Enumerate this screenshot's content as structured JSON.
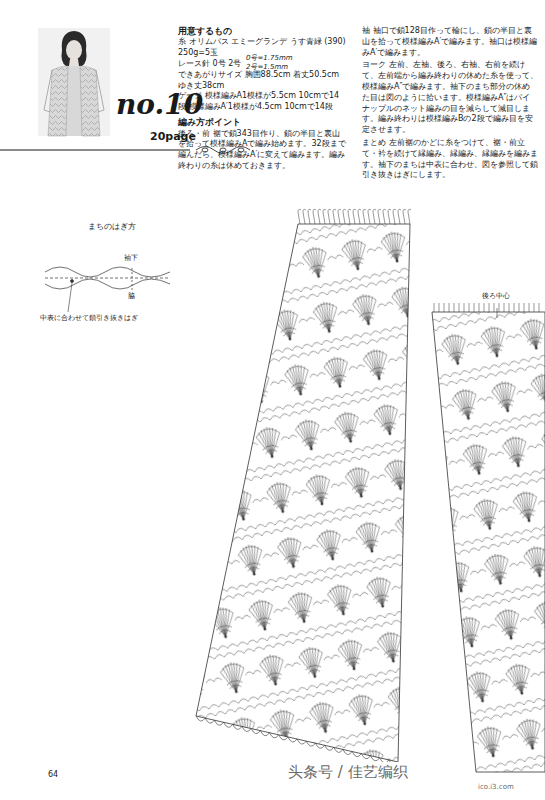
{
  "diagram": {
    "title": "no.10",
    "labels": [
      "20page",
      "用意するもの",
      "糸 オリムパス エミーグランデ うす青緑 (390)",
      "250g=5玉",
      "0号=1.75mm",
      "2号=1.5mm",
      "レース針 0号 2号",
      "できあがりサイズ 胸囲88.5cm 着丈50.5cm ゆき丈38cm",
      "ゲージ 模様編みA1模様が5.5cm 10cmで14段 模様編みA′1模様が4.5cm 10cmで14段",
      "編み方ポイント",
      "後ろ・前 裾で鎖343目作り、鎖の半目と裏山を拾って模様編みAで編み始めます。32段まで編んだら、模様編みA′に変えて編みます。編み終わりの糸は休めておきます。",
      "袖 袖口で鎖128目作って輪にし、鎖の半目と裏山を拾って模様編みA′で編みます。袖口は模様編みA′で編みます。",
      "ヨーク 左前、左袖、後ろ、右袖、右前を続けて、左前端から編み終わりの休めた糸を使って、模様編みA″で編みます。袖下のまち部分の休めた目は図のように拾います。模様編みA″はパイナップルのネット編みの目を減らして減目します。編み終わりは模様編みBの2段で編み目を安定させます。",
      "まとめ 左前裾のかどに糸をつけて、裾・前立て・衿を続けて縁編み、縁編み、縁編みを編みます。袖下のまちは中表に合わせ、図を参照して鎖引き抜きはぎにします。",
      "まちのはぎ方",
      "袖下",
      "脇",
      "中表に合わせて鎖引き抜きはぎ",
      "後ろ中心",
      "64",
      "头条号 / 佳艺编织",
      "ico.i3.com"
    ]
  }
}
